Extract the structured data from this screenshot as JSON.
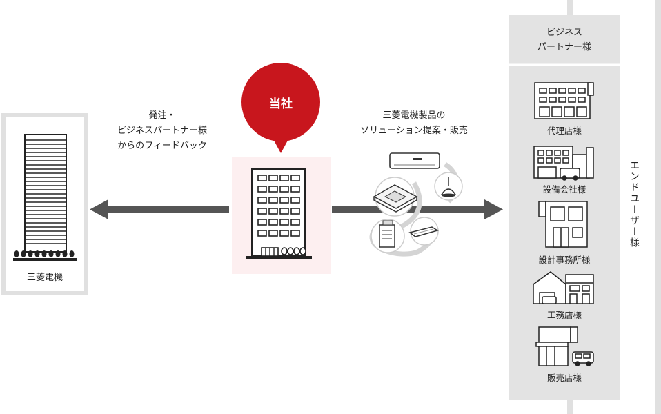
{
  "mitsubishi": {
    "label": "三菱電機"
  },
  "company": {
    "badge": "当社"
  },
  "left_flow": {
    "line1": "発注・",
    "line2": "ビジネスパートナー様",
    "line3": "からのフィードバック"
  },
  "right_flow": {
    "line1": "三菱電機製品の",
    "line2": "ソリューション提案・販売"
  },
  "partners": {
    "header_line1": "ビジネス",
    "header_line2": "パートナー様",
    "items": [
      "代理店様",
      "設備会社様",
      "設計事務所様",
      "工務店様",
      "販売店様"
    ]
  },
  "end_users": {
    "label": "エンドユーザー様"
  },
  "colors": {
    "accent": "#c8161d",
    "arrow": "#555555",
    "panel": "#e3e3e3",
    "pink": "#fdeff0"
  }
}
